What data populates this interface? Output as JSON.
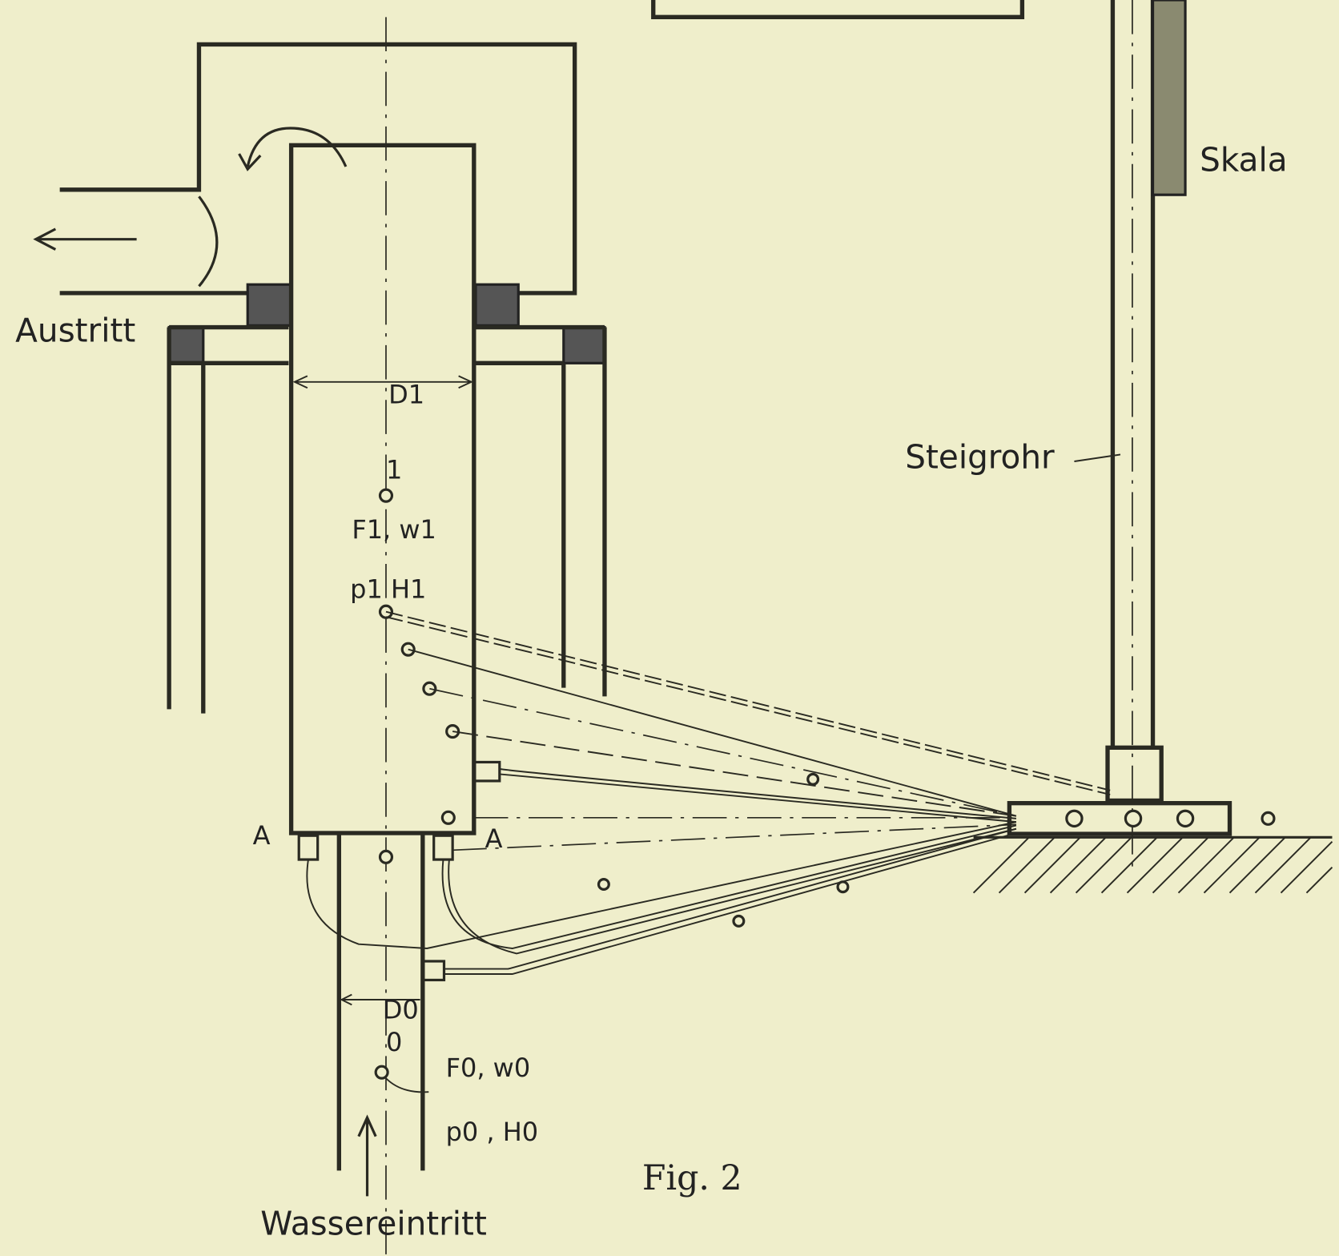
{
  "labels": {
    "outlet": "Austritt",
    "diameter_top": "D1",
    "point_top": "1",
    "section_top_a": "F1, w1",
    "section_top_b": "p1  H1",
    "mark_a_left": "A",
    "mark_a_right": "A",
    "diameter_bottom": "D0",
    "point_bottom": "0",
    "section_bottom_a": "F0, w0",
    "section_bottom_b": "p0 , H0",
    "inlet": "Wassereintritt",
    "figure_caption": "Fig. 2",
    "riser_pipe": "Steigrohr",
    "scale": "Skala"
  },
  "colors": {
    "paper": "#efeecb",
    "ink": "#2a2a22"
  }
}
